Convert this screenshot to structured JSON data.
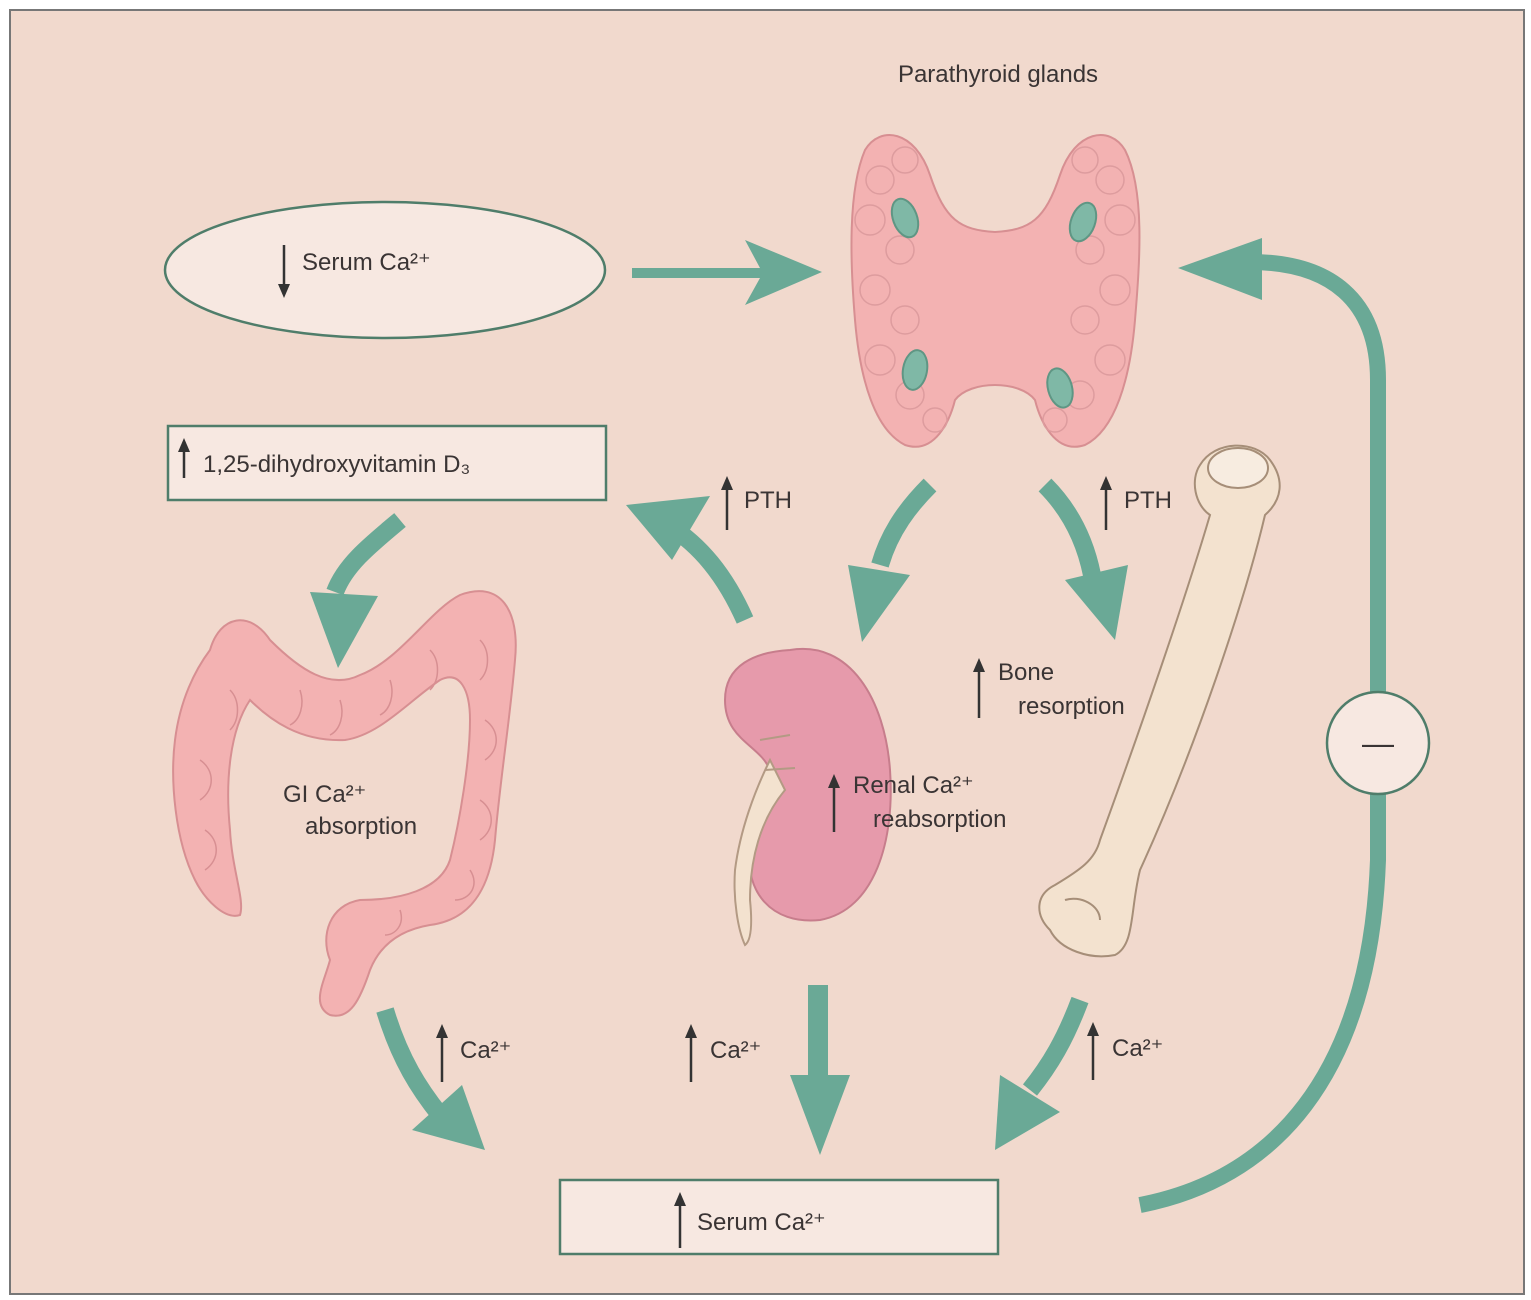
{
  "colors": {
    "background": "#f1d9cd",
    "arrow": "#6aa996",
    "organ_pink": "#f3b2b2",
    "kidney": "#e69aab",
    "bone": "#f3e2cf",
    "gland_nodule": "#7fb8a6",
    "box_border": "#4f7d6a",
    "text": "#3a3434"
  },
  "labels": {
    "parathyroid": "Parathyroid glands",
    "serum_low": "Serum Ca²⁺",
    "vitd": "1,25-dihydroxyvitamin D₃",
    "pth_left": "PTH",
    "pth_right": "PTH",
    "bone_line1": "Bone",
    "bone_line2": "resorption",
    "renal_line1": "Renal Ca²⁺",
    "renal_line2": "reabsorption",
    "gi_line1": "GI Ca²⁺",
    "gi_line2": "absorption",
    "ca_gut": "Ca²⁺",
    "ca_kidney": "Ca²⁺",
    "ca_bone": "Ca²⁺",
    "serum_high": "Serum Ca²⁺",
    "minus": "—"
  },
  "icons": {
    "down_arrow": "arrow-down-icon",
    "up_arrow": "arrow-up-icon",
    "negative_feedback": "minus-circle-icon"
  }
}
